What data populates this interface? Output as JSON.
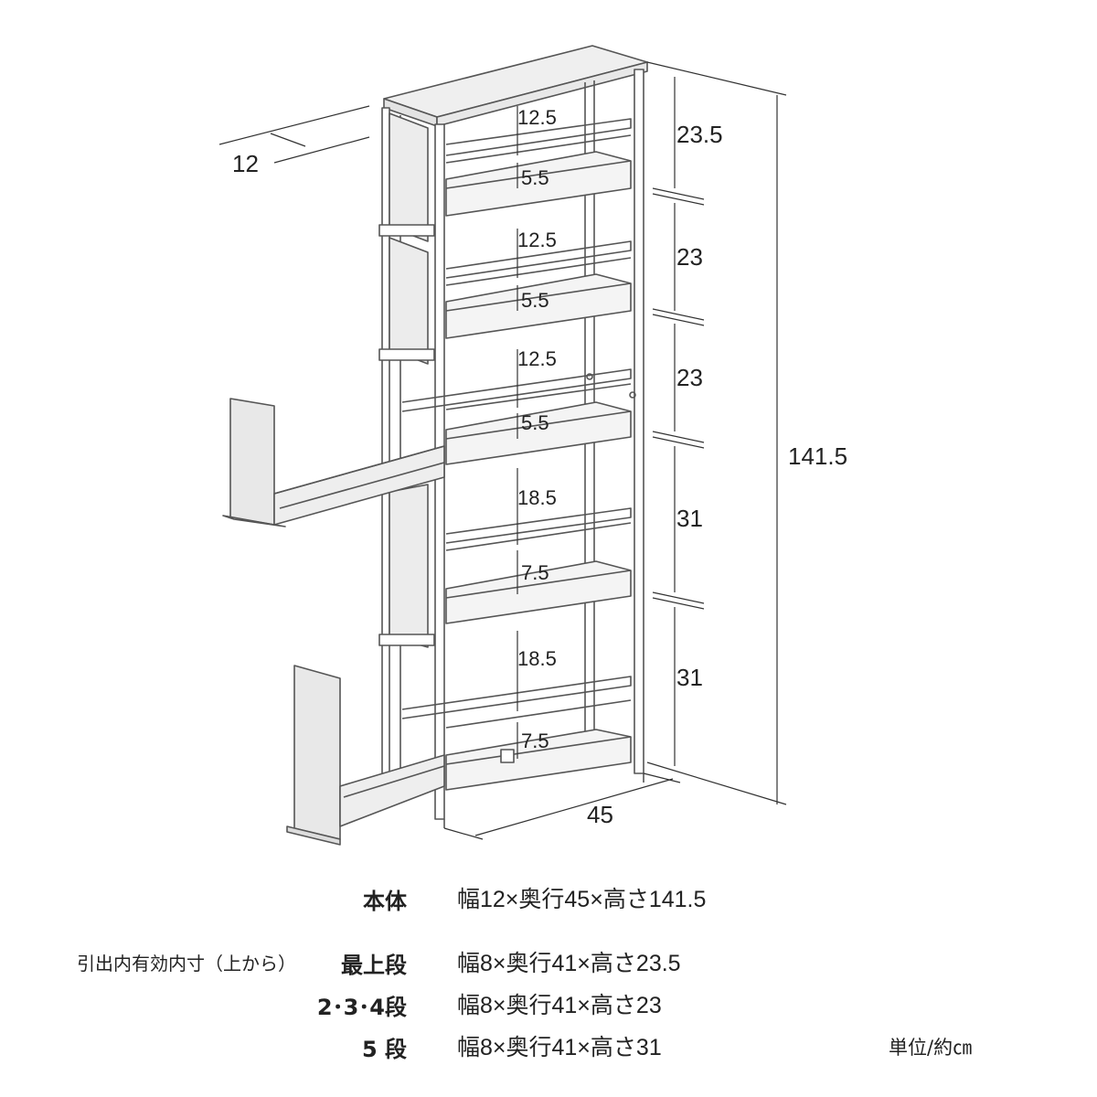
{
  "dimensions": {
    "width": "12",
    "depth": "45",
    "total_height": "141.5",
    "shelf_heights": [
      "23.5",
      "23",
      "23",
      "31",
      "31"
    ],
    "inner_upper": [
      "12.5",
      "12.5",
      "12.5",
      "18.5",
      "18.5"
    ],
    "inner_lower": [
      "5.5",
      "5.5",
      "5.5",
      "7.5",
      "7.5"
    ]
  },
  "specs": {
    "body_label": "本体",
    "body_value": "幅12×奥行45×高さ141.5",
    "note": "引出内有効内寸（上から）",
    "top_label": "最上段",
    "top_value": "幅8×奥行41×高さ23.5",
    "mid_label": "2･3･4段",
    "mid_value": "幅8×奥行41×高さ23",
    "bottom_label": "5 段",
    "bottom_value": "幅8×奥行41×高さ31",
    "unit": "単位/約㎝"
  }
}
